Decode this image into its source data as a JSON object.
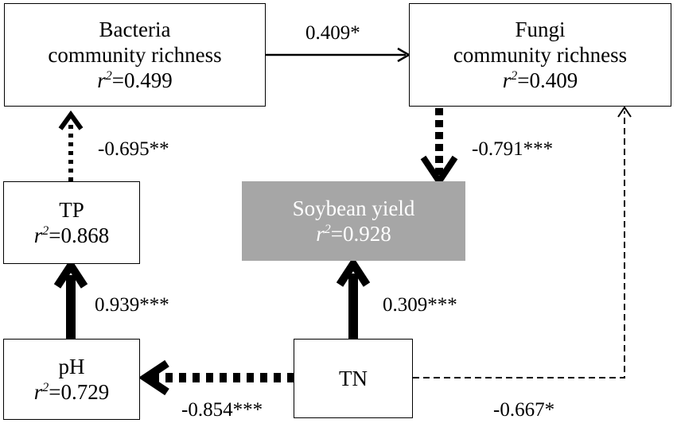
{
  "nodes": {
    "bacteria": {
      "line1": "Bacteria",
      "line2": "community richness",
      "r2_symbol": "r",
      "r2_exp": "2",
      "r2_value": "=0.499"
    },
    "fungi": {
      "line1": "Fungi",
      "line2": "community richness",
      "r2_symbol": "r",
      "r2_exp": "2",
      "r2_value": "=0.409"
    },
    "tp": {
      "line1": "TP",
      "r2_symbol": "r",
      "r2_exp": "2",
      "r2_value": "=0.868"
    },
    "soybean": {
      "line1": "Soybean yield",
      "r2_symbol": "r",
      "r2_exp": "2",
      "r2_value": "=0.928"
    },
    "ph": {
      "line1": "pH",
      "r2_symbol": "r",
      "r2_exp": "2",
      "r2_value": "=0.729"
    },
    "tn": {
      "line1": "TN"
    }
  },
  "paths": {
    "bacteria_to_fungi": {
      "coef": "0.409*",
      "style": "solid"
    },
    "tp_to_bacteria": {
      "coef": "-0.695**",
      "style": "dotted"
    },
    "fungi_to_soybean": {
      "coef": "-0.791***",
      "style": "dashed"
    },
    "ph_to_tp": {
      "coef": "0.939***",
      "style": "solid"
    },
    "tn_to_soybean": {
      "coef": "0.309***",
      "style": "solid"
    },
    "tn_to_ph": {
      "coef": "-0.854***",
      "style": "dotted"
    },
    "tn_to_fungi": {
      "coef": "-0.667*",
      "style": "dashed"
    }
  },
  "colors": {
    "line": "#000000",
    "target_fill": "#a6a6a6",
    "target_text": "#ffffff"
  }
}
